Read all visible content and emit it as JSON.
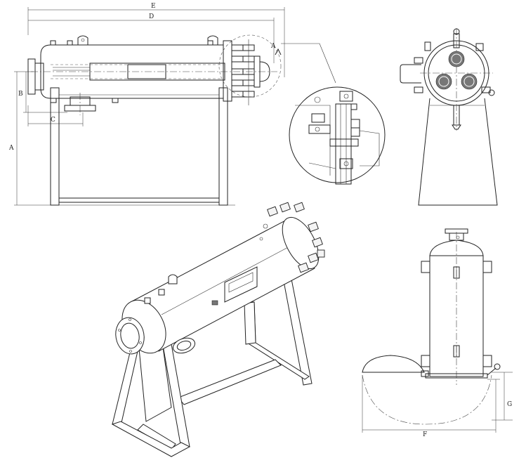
{
  "labels": {
    "dim_e": "E",
    "dim_d": "D",
    "dim_a": "A",
    "dim_b": "B",
    "dim_c": "C",
    "dim_f": "F",
    "dim_g": "G",
    "detail_a": "A"
  }
}
